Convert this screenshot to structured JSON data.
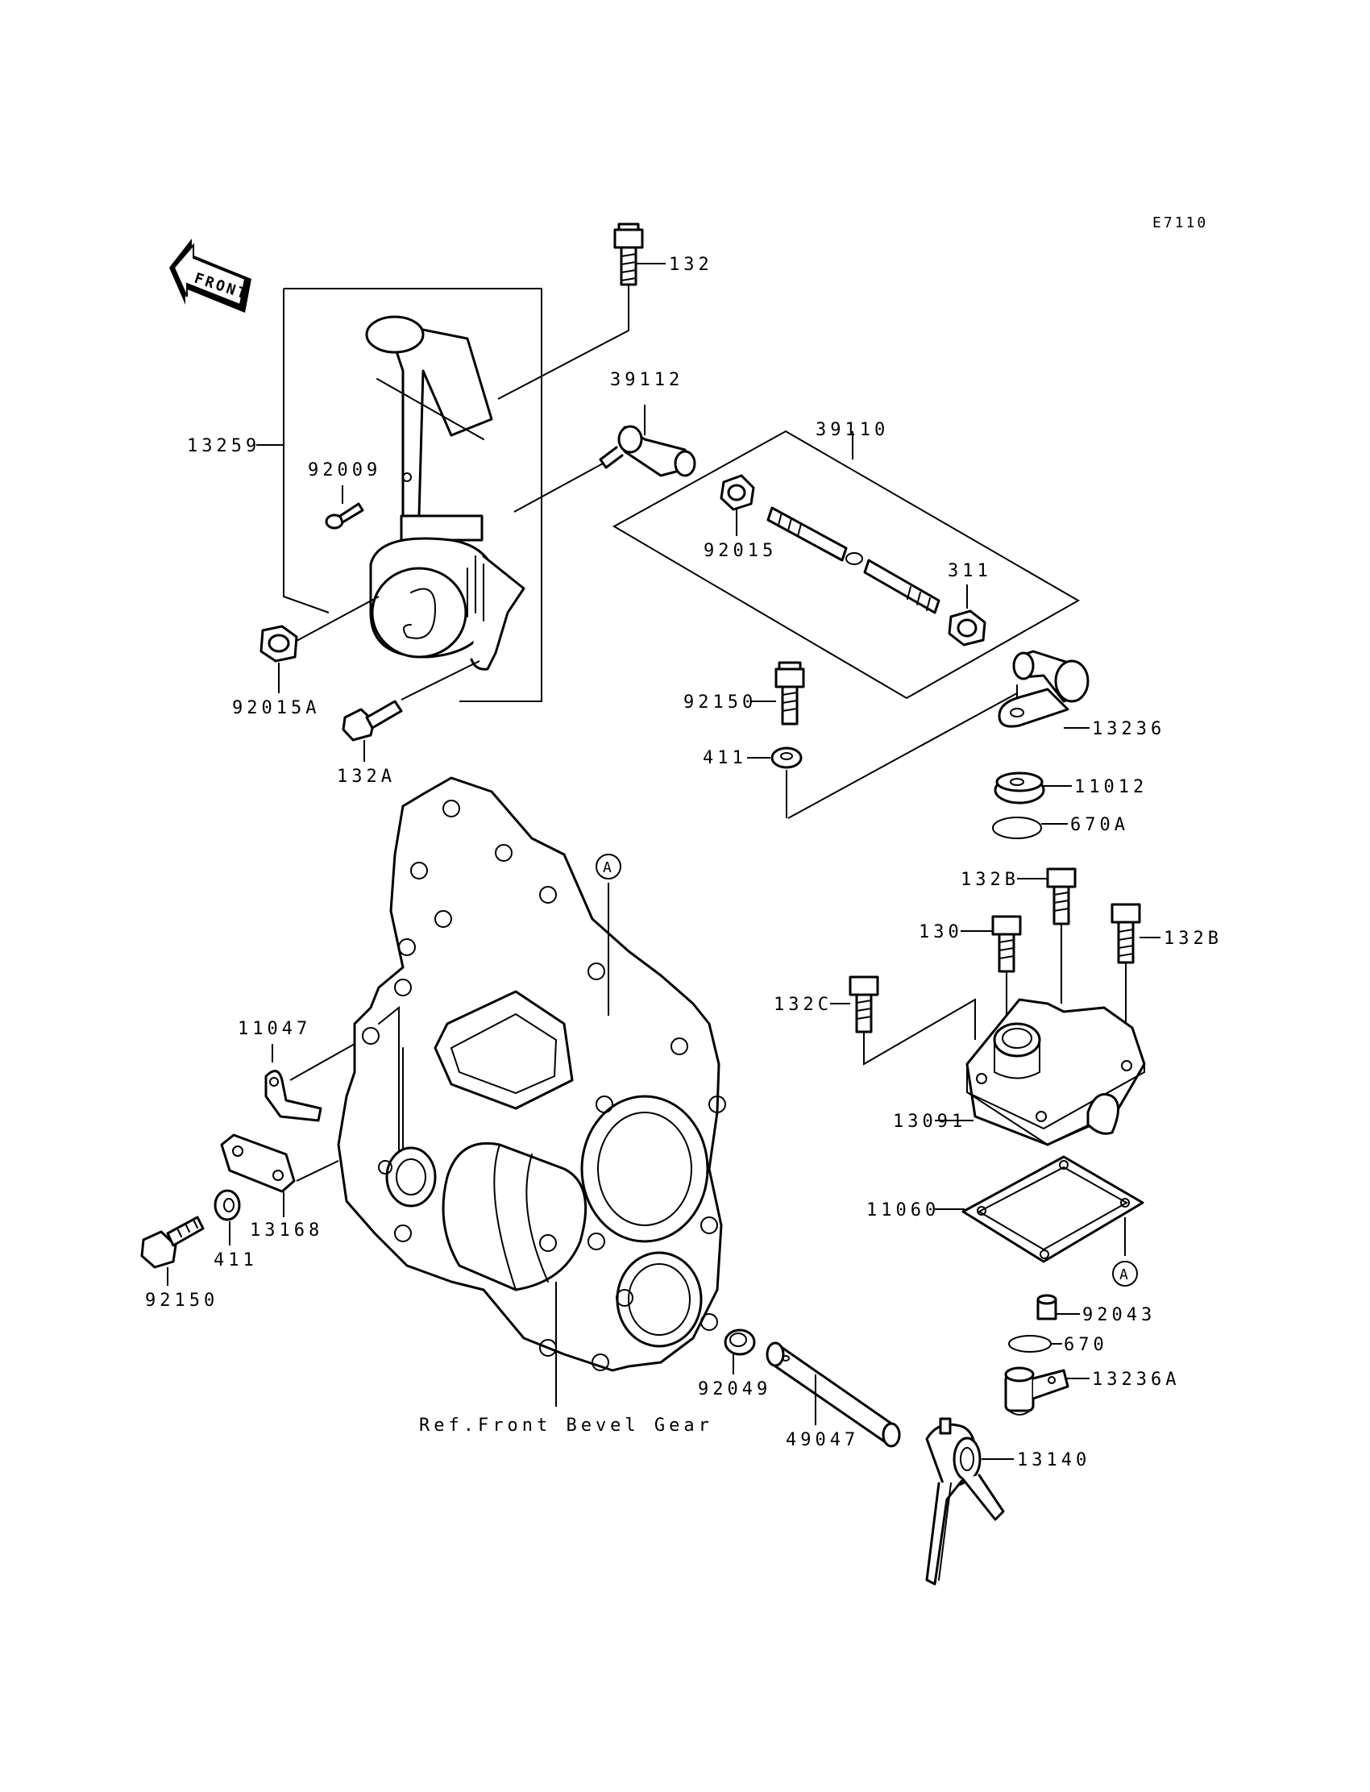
{
  "diagram_code": "E7110",
  "front_label": "FRONT",
  "ref_note": "Ref.Front Bevel Gear",
  "circle_ref": "A",
  "labels": {
    "p132": "132",
    "p39112": "39112",
    "p39110": "39110",
    "p13259": "13259",
    "p92009": "92009",
    "p92015": "92015",
    "p311": "311",
    "p92015A": "92015A",
    "p132A": "132A",
    "p92150_top": "92150",
    "p411_top": "411",
    "p13236": "13236",
    "p11012": "11012",
    "p670A": "670A",
    "p132B_top": "132B",
    "p130": "130",
    "p132B_right": "132B",
    "p132C": "132C",
    "p13091": "13091",
    "p11060": "11060",
    "p92043": "92043",
    "p670": "670",
    "p13236A": "13236A",
    "p13140": "13140",
    "p49047": "49047",
    "p92049": "92049",
    "p11047": "11047",
    "p13168": "13168",
    "p411_bot": "411",
    "p92150_bot": "92150"
  }
}
